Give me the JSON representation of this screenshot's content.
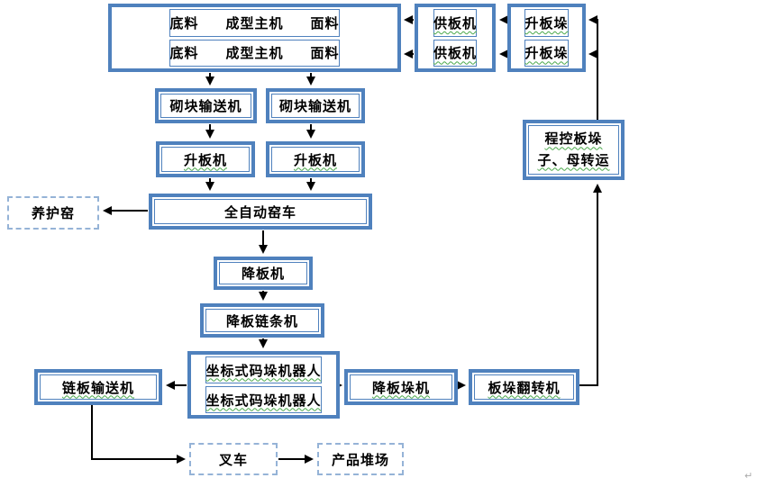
{
  "colors": {
    "box_border": "#4f81bd",
    "dashed_border": "#95b3d7",
    "arrow": "#000000",
    "squiggle": "#4aa84a",
    "background": "#ffffff"
  },
  "nodes": {
    "forming_1": {
      "labels": [
        "底料",
        "成型主机",
        "面料"
      ]
    },
    "forming_2": {
      "labels": [
        "底料",
        "成型主机",
        "面料"
      ]
    },
    "feeder_1": "供板机",
    "feeder_2": "供板机",
    "stack_lifter_1": "升板垛",
    "stack_lifter_2": "升板垛",
    "block_conveyor_1": "砌块输送机",
    "block_conveyor_2": "砌块输送机",
    "board_lifter_1": "升板机",
    "board_lifter_2": "升板机",
    "curing_kiln": "养护窑",
    "auto_kiln_car": "全自动窑车",
    "board_lowerer": "降板机",
    "board_chain_lowerer": "降板链条机",
    "robot_1": "坐标式码垛机器人",
    "robot_2": "坐标式码垛机器人",
    "chain_conveyor": "链板输送机",
    "stack_lowerer": "降板垛机",
    "stack_flipper": "板垛翻转机",
    "transfer_line1": "程控板垛",
    "transfer_line2": "子、母转运",
    "forklift": "叉车",
    "product_yard": "产品堆场"
  },
  "misc": {
    "paragraph_mark": "↵"
  },
  "edges": [
    {
      "from": "升板垛-1",
      "to": "供板机-1"
    },
    {
      "from": "升板垛-2",
      "to": "供板机-2"
    },
    {
      "from": "供板机-1",
      "to": "成型主机-1"
    },
    {
      "from": "供板机-2",
      "to": "成型主机-2"
    },
    {
      "from": "成型主机-1",
      "to": "砌块输送机-1"
    },
    {
      "from": "成型主机-2",
      "to": "砌块输送机-2"
    },
    {
      "from": "砌块输送机-1",
      "to": "升板机-1"
    },
    {
      "from": "砌块输送机-2",
      "to": "升板机-2"
    },
    {
      "from": "升板机-1",
      "to": "全自动窑车"
    },
    {
      "from": "升板机-2",
      "to": "全自动窑车"
    },
    {
      "from": "全自动窑车",
      "to": "养护窑"
    },
    {
      "from": "全自动窑车",
      "to": "降板机"
    },
    {
      "from": "降板机",
      "to": "降板链条机"
    },
    {
      "from": "降板链条机",
      "to": "坐标式码垛机器人"
    },
    {
      "from": "坐标式码垛机器人",
      "to": "链板输送机"
    },
    {
      "from": "坐标式码垛机器人",
      "to": "降板垛机"
    },
    {
      "from": "降板垛机",
      "to": "板垛翻转机"
    },
    {
      "from": "板垛翻转机",
      "to": "程控板垛子、母转运"
    },
    {
      "from": "程控板垛子、母转运",
      "to": "升板垛-1"
    },
    {
      "from": "程控板垛子、母转运",
      "to": "升板垛-2"
    },
    {
      "from": "链板输送机",
      "to": "叉车"
    },
    {
      "from": "叉车",
      "to": "产品堆场"
    }
  ]
}
